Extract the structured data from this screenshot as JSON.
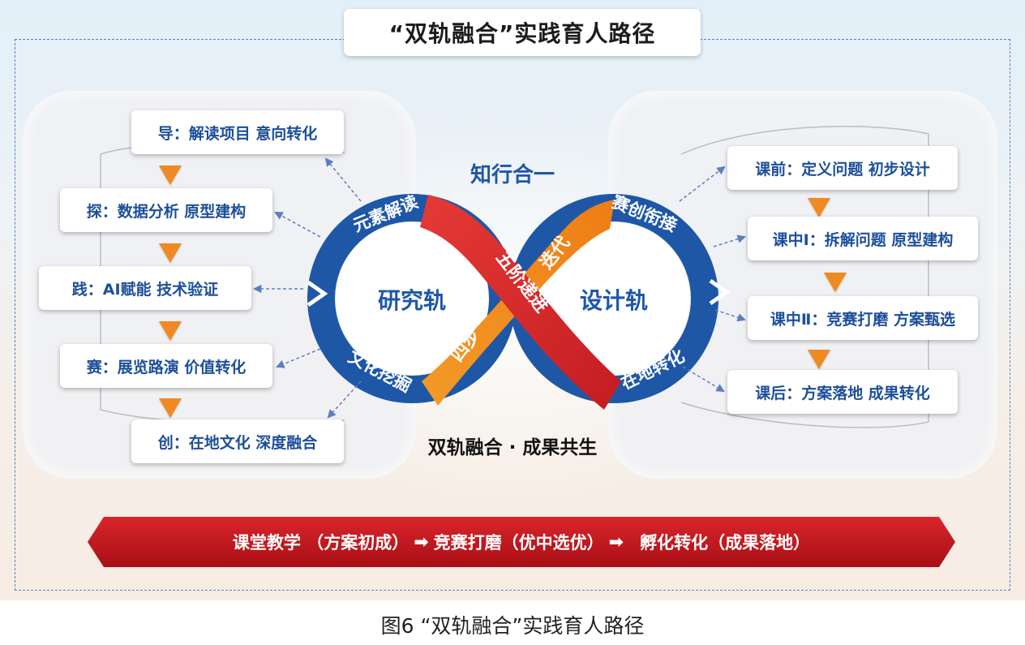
{
  "title": "“双轨融合”实践育人路径",
  "caption": "图6   “双轨融合”实践育人路径",
  "center_top_label": "知行合一",
  "center_bottom_label": "双轨融合 · 成果共生",
  "loops": {
    "left_center": "研究轨",
    "right_center": "设计轨",
    "left_top_arc": "元素解读",
    "left_bottom_arc": "文化挖掘",
    "right_top_arc": "赛创衔接",
    "right_bottom_arc": "在地转化",
    "band_upper_right": "迭代",
    "band_lower_left": "四步",
    "band_center": "五阶递进"
  },
  "left_steps": [
    "导：解读项目 意向转化",
    "探：数据分析 原型建构",
    "践：AI赋能 技术验证",
    "赛：展览路演 价值转化",
    "创：在地文化 深度融合"
  ],
  "right_steps": [
    "课前：定义问题 初步设计",
    "课中Ⅰ：拆解问题 原型建构",
    "课中Ⅱ：竞赛打磨 方案甄选",
    "课后：方案落地 成果转化"
  ],
  "bottom_banner": {
    "stage1": "课堂教学 （方案初成）",
    "stage2": "竞赛打磨（优中选优）",
    "stage3": "孵化转化（成果落地）",
    "arrow_glyph": "➡"
  },
  "colors": {
    "blue_ring": "#1f57a7",
    "red_band": "#d8262f",
    "orange_band": "#f28a1d",
    "step_text": "#1d4f9a",
    "banner_red": "#c8141c"
  }
}
